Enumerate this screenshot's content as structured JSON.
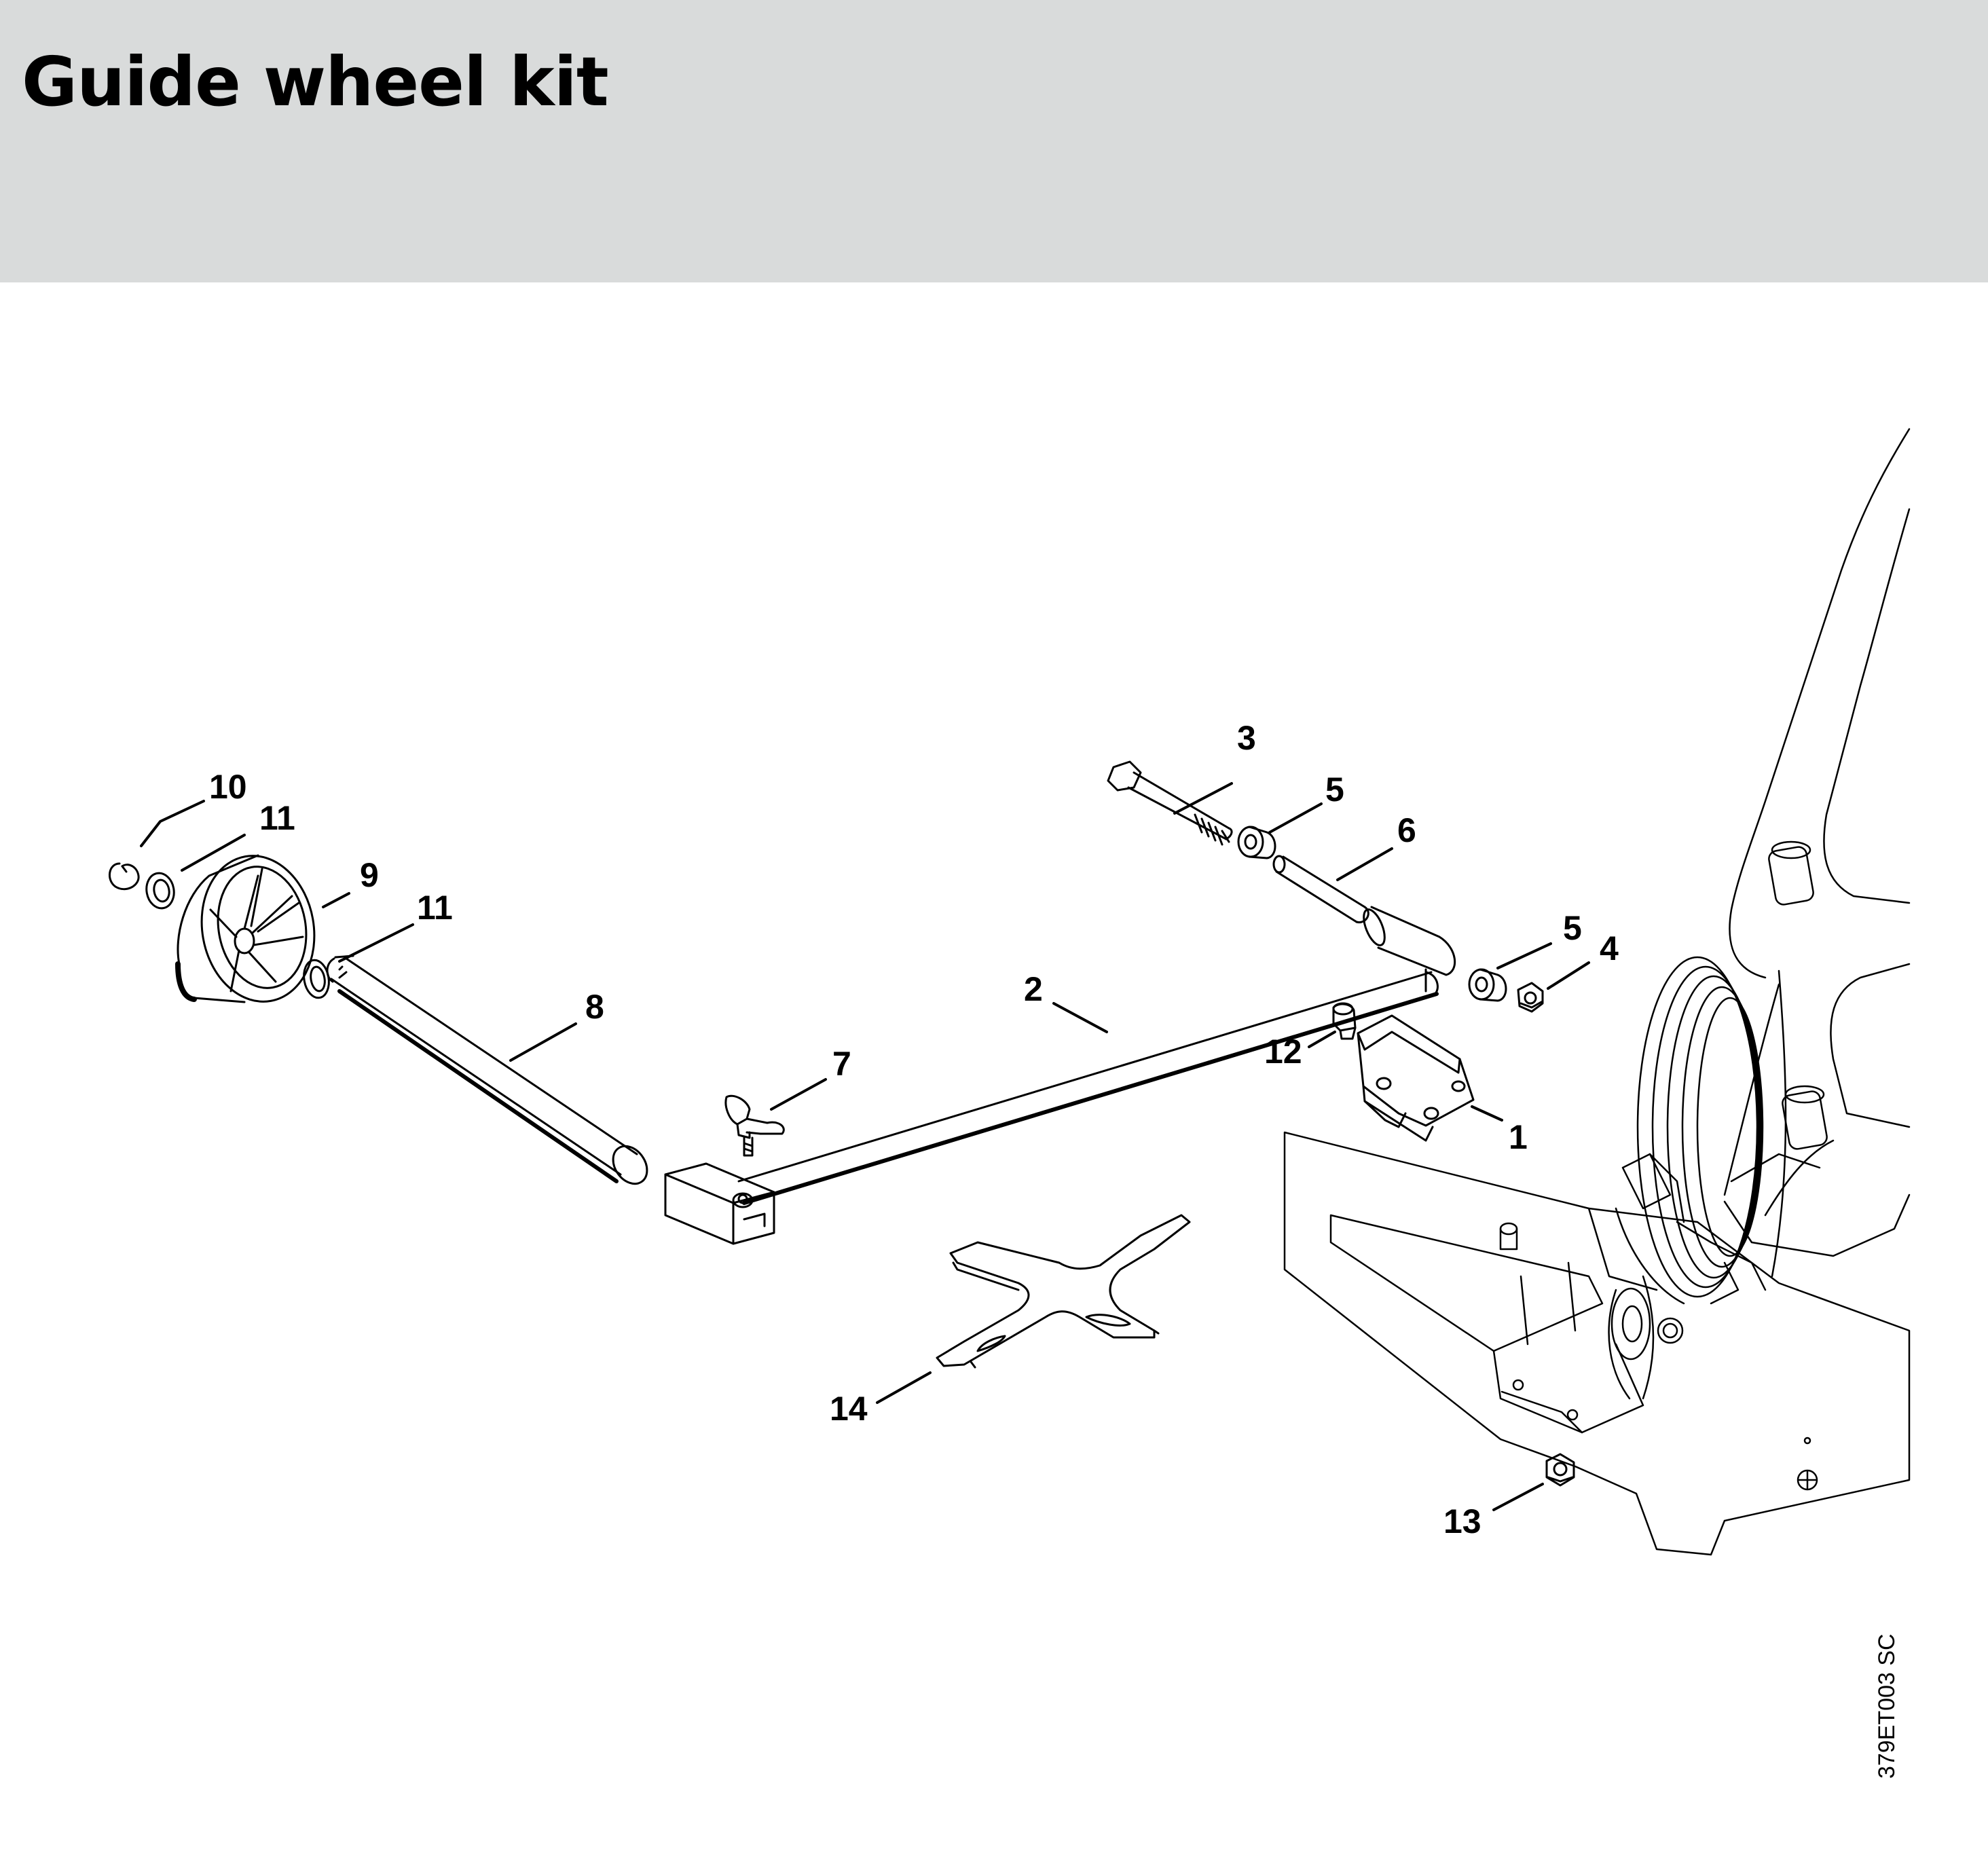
{
  "title": "Guide wheel kit",
  "drawing_code": "379ET003 SC",
  "callouts": [
    "1",
    "2",
    "3",
    "4",
    "5",
    "5",
    "6",
    "7",
    "8",
    "9",
    "10",
    "11",
    "11",
    "12",
    "13",
    "14"
  ],
  "colors": {
    "header_bg": "#d9dbdb",
    "line": "#000000"
  }
}
